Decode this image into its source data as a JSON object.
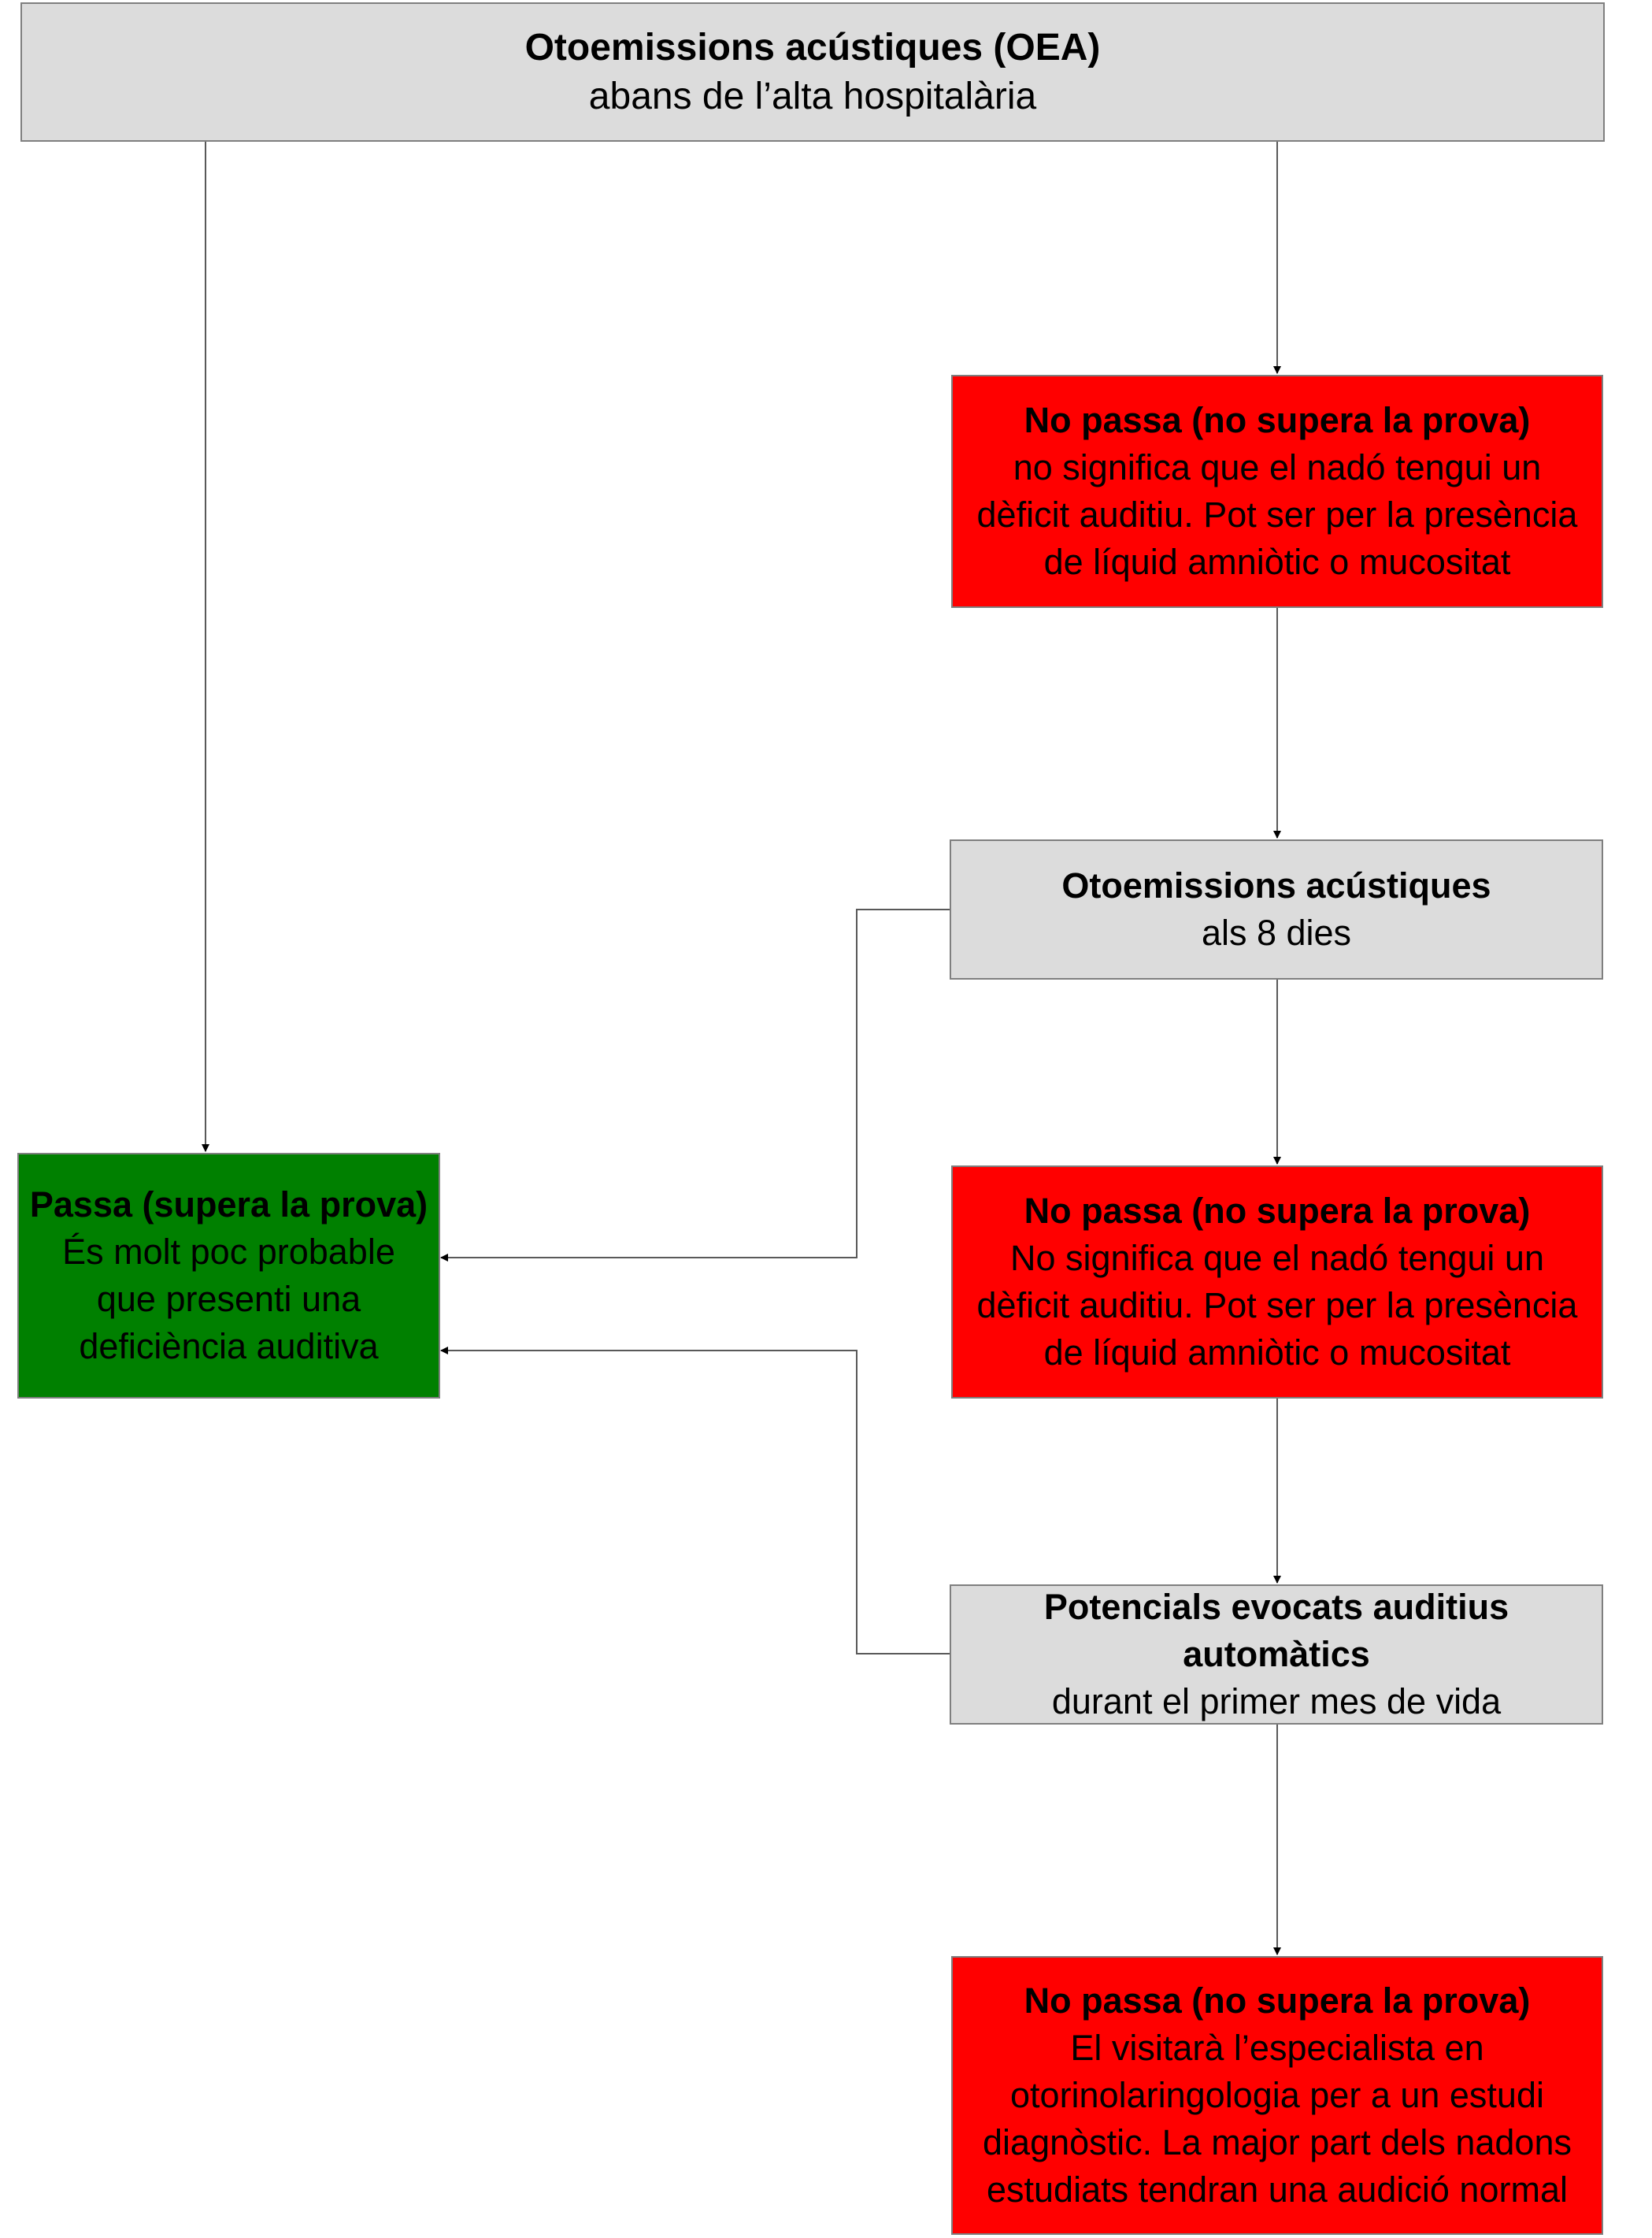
{
  "colors": {
    "grey_box": "#dcdcdc",
    "red_box": "#ff0000",
    "green_box": "#008000",
    "border": "#7f7f7f",
    "connector": "#595959"
  },
  "nodes": {
    "start": {
      "title": "Otoemissions acústiques (OEA)",
      "body": "abans de l’alta hospitalària"
    },
    "fail1": {
      "title": "No passa (no supera la prova)",
      "body_lines": [
        "no significa que el nadó tengui un",
        "dèficit auditiu. Pot ser per la presència",
        "de líquid amniòtic o mucositat"
      ]
    },
    "retest": {
      "title": "Otoemissions acústiques",
      "body": "als 8 dies"
    },
    "fail2": {
      "title": "No passa (no supera la prova)",
      "body_lines": [
        "No significa que el nadó tengui un",
        "dèficit auditiu. Pot ser per la presència",
        "de líquid amniòtic o mucositat"
      ]
    },
    "potentials": {
      "title": "Potencials evocats auditius automàtics",
      "body": "durant el primer mes de vida"
    },
    "fail3": {
      "title": "No passa (no supera la prova)",
      "body_lines": [
        "El visitarà l’especialista en",
        "otorinolaringologia per a un estudi",
        "diagnòstic. La major part dels nadons",
        "estudiats tendran una audició normal"
      ]
    },
    "pass": {
      "title": "Passa (supera la prova)",
      "body_lines": [
        "És molt poc probable",
        "que presenti una",
        "deficiència auditiva"
      ]
    }
  }
}
